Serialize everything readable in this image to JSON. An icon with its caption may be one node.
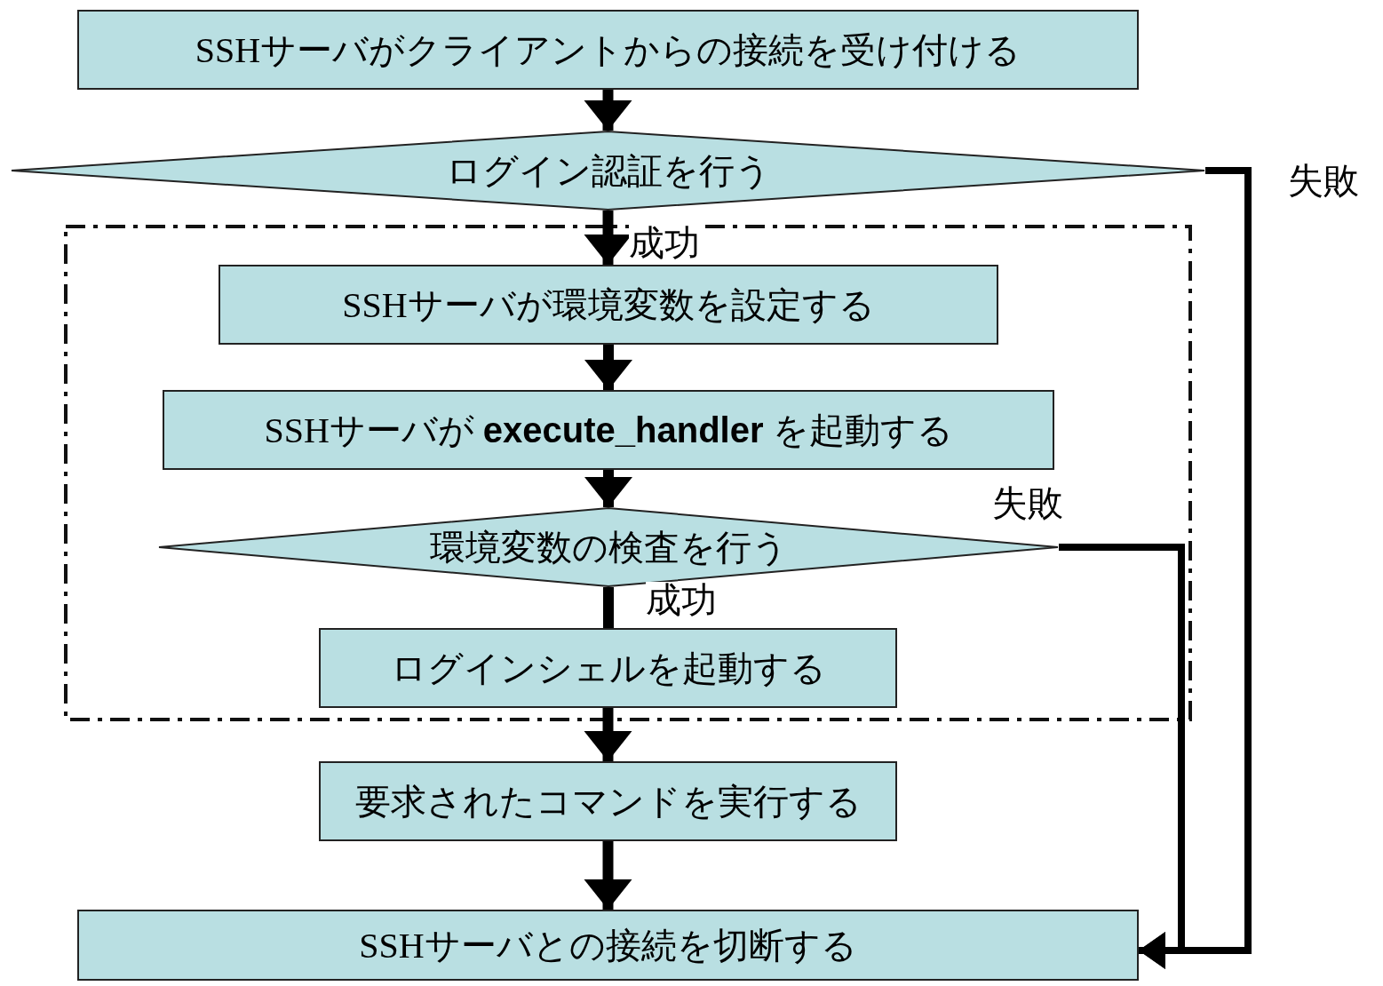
{
  "diagram": {
    "nodes": [
      {
        "text": [
          "SSHサーバがクライアントからの接続を受け付ける"
        ]
      },
      {
        "text": [
          "ログイン認証を行う"
        ]
      },
      {
        "text": [],
        "shape": "box"
      },
      {
        "text": [
          "SSHサーバが環境変数を設定する"
        ],
        "in": 2
      },
      {
        "text": [
          "SSHサーバが **execute_handler** を起動する"
        ],
        "in": 2
      },
      {
        "text": [
          "環境変数の検査を行う"
        ],
        "in": 2
      },
      {
        "text": [
          "ログインシェルを起動する"
        ],
        "in": 2
      },
      {
        "text": [
          "要求されたコマンドを実行する"
        ]
      },
      {
        "text": [
          "SSHサーバとの接続を切断する"
        ]
      }
    ],
    "edges": [
      {
        "from": 0,
        "to": 1,
        "arrow": "to"
      },
      {
        "from": 1,
        "to": 3,
        "arrow": "to",
        "label": "成功"
      },
      {
        "from": 3,
        "to": 4,
        "arrow": "to"
      },
      {
        "from": 4,
        "to": 5,
        "arrow": "to"
      },
      {
        "from": 5,
        "to": 6,
        "arrow": "none",
        "label": "成功"
      },
      {
        "from": 6,
        "to": 7,
        "arrow": "to"
      },
      {
        "from": 7,
        "to": 8,
        "arrow": "to"
      },
      {
        "from": 1,
        "to": 8,
        "arrow": "to",
        "label": "失敗"
      },
      {
        "from": 5,
        "to": 8,
        "arrow": "to",
        "label": "失敗"
      }
    ]
  }
}
